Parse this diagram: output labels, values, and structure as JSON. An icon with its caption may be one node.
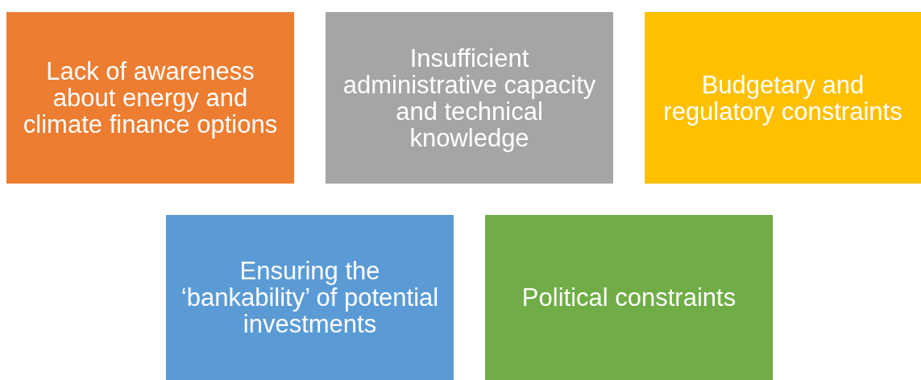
{
  "diagram": {
    "nodes": [
      {
        "text": [
          "Lack of awareness about energy and climate finance options"
        ]
      },
      {
        "text": [
          "Insufficient administrative capacity and technical knowledge"
        ]
      },
      {
        "text": [
          "Budgetary and regulatory constraints"
        ]
      },
      {
        "text": [
          "Ensuring the ‘bankability’ of potential investments"
        ]
      },
      {
        "text": [
          "Political constraints"
        ]
      }
    ]
  }
}
